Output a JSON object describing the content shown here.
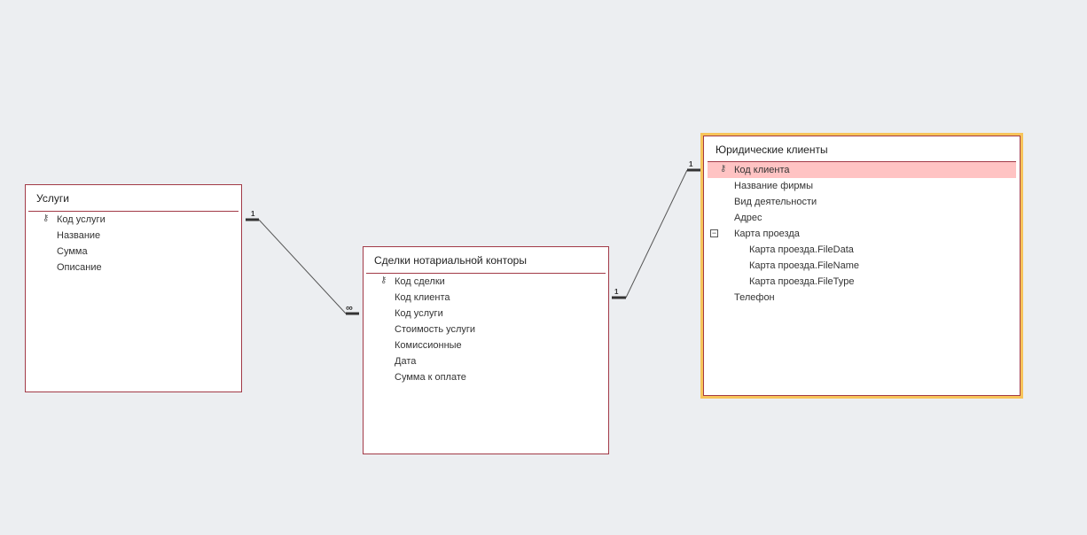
{
  "tables": {
    "uslugi": {
      "title": "Услуги",
      "fields": [
        "Код услуги",
        "Название",
        "Сумма",
        "Описание"
      ]
    },
    "sdelki": {
      "title": "Сделки нотариальной конторы",
      "fields": [
        "Код сделки",
        "Код клиента",
        "Код услуги",
        "Стоимость услуги",
        "Комиссионные",
        "Дата",
        "Сумма к оплате"
      ]
    },
    "yur": {
      "title": "Юридические клиенты",
      "fields": [
        "Код клиента",
        "Название фирмы",
        "Вид деятельности",
        "Адрес",
        "Карта проезда",
        "Карта проезда.FileData",
        "Карта проезда.FileName",
        "Карта проезда.FileType",
        "Телефон"
      ]
    }
  },
  "relationships": [
    {
      "from": "Услуги.Код услуги",
      "to": "Сделки нотариальной конторы.Код услуги",
      "from_card": "1",
      "to_card": "∞"
    },
    {
      "from": "Сделки нотариальной конторы.Код клиента",
      "to": "Юридические клиенты.Код клиента",
      "from_card": "1",
      "to_card": "1"
    }
  ],
  "colors": {
    "canvas": "#eceef1",
    "table_border": "#a23a47",
    "selection": "#f7c45a",
    "field_highlight": "#ffc3c3"
  },
  "icons": {
    "primary_key": "key-icon",
    "collapse": "collapse-icon"
  }
}
